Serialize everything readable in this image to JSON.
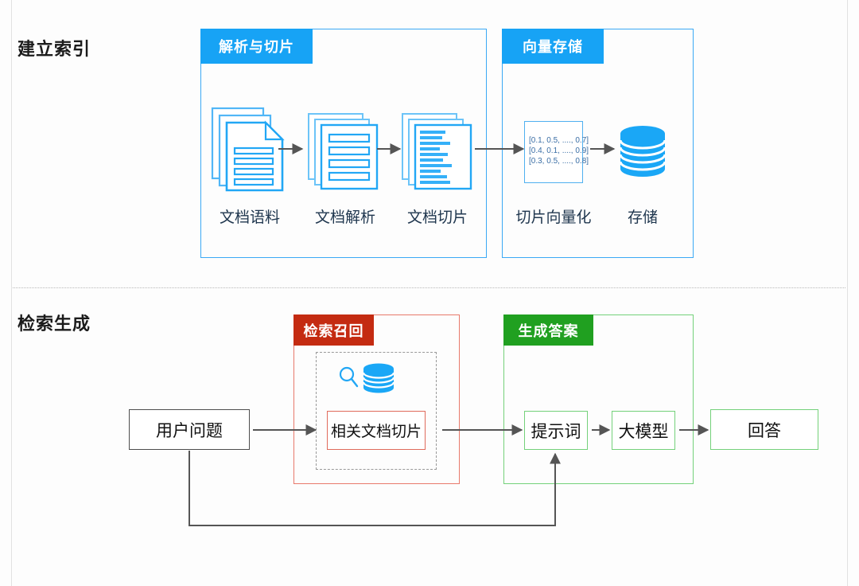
{
  "diagram": {
    "sections": [
      {
        "id": "indexing",
        "title": "建立索引"
      },
      {
        "id": "retrieval",
        "title": "检索生成"
      }
    ],
    "panels": [
      {
        "id": "parse-chunk",
        "label": "解析与切片",
        "color": "#17a3f5"
      },
      {
        "id": "vector-store",
        "label": "向量存储",
        "color": "#17a3f5"
      },
      {
        "id": "retrieve-recall",
        "label": "检索召回",
        "color": "#c42b11"
      },
      {
        "id": "generate-answer",
        "label": "生成答案",
        "color": "#20a020"
      }
    ],
    "indexing_steps": [
      {
        "id": "doc-corpus",
        "caption": "文档语料",
        "icon": "stacked-documents-icon"
      },
      {
        "id": "doc-parse",
        "caption": "文档解析",
        "icon": "stacked-parsed-pages-icon"
      },
      {
        "id": "doc-chunk",
        "caption": "文档切片",
        "icon": "stacked-chunked-pages-icon"
      },
      {
        "id": "chunk-vectorize",
        "caption": "切片向量化",
        "icon": "vector-matrix-icon"
      },
      {
        "id": "storage",
        "caption": "存储",
        "icon": "database-icon"
      }
    ],
    "vector_values": [
      "[0.1, 0.5, ...., 0.7]",
      "[0.4, 0.1, ...., 0.9]",
      "[0.3, 0.5, ...., 0.8]"
    ],
    "retrieval_nodes": [
      {
        "id": "user-question",
        "label": "用户问题"
      },
      {
        "id": "relevant-chunks",
        "label": "相关文档切片"
      },
      {
        "id": "prompt",
        "label": "提示词"
      },
      {
        "id": "llm",
        "label": "大模型"
      },
      {
        "id": "answer",
        "label": "回答"
      }
    ],
    "retrieval_icons": [
      {
        "id": "search-icon",
        "name": "magnifier-icon"
      },
      {
        "id": "vector-db-icon",
        "name": "database-icon"
      }
    ],
    "colors": {
      "blue": "#17a3f5",
      "blue_line": "#3ba9f5",
      "red": "#c42b11",
      "red_line": "#e8796b",
      "green": "#20a020",
      "green_line": "#74d17a",
      "arrow": "#555555",
      "text": "#101010",
      "caption": "#20374f"
    }
  }
}
